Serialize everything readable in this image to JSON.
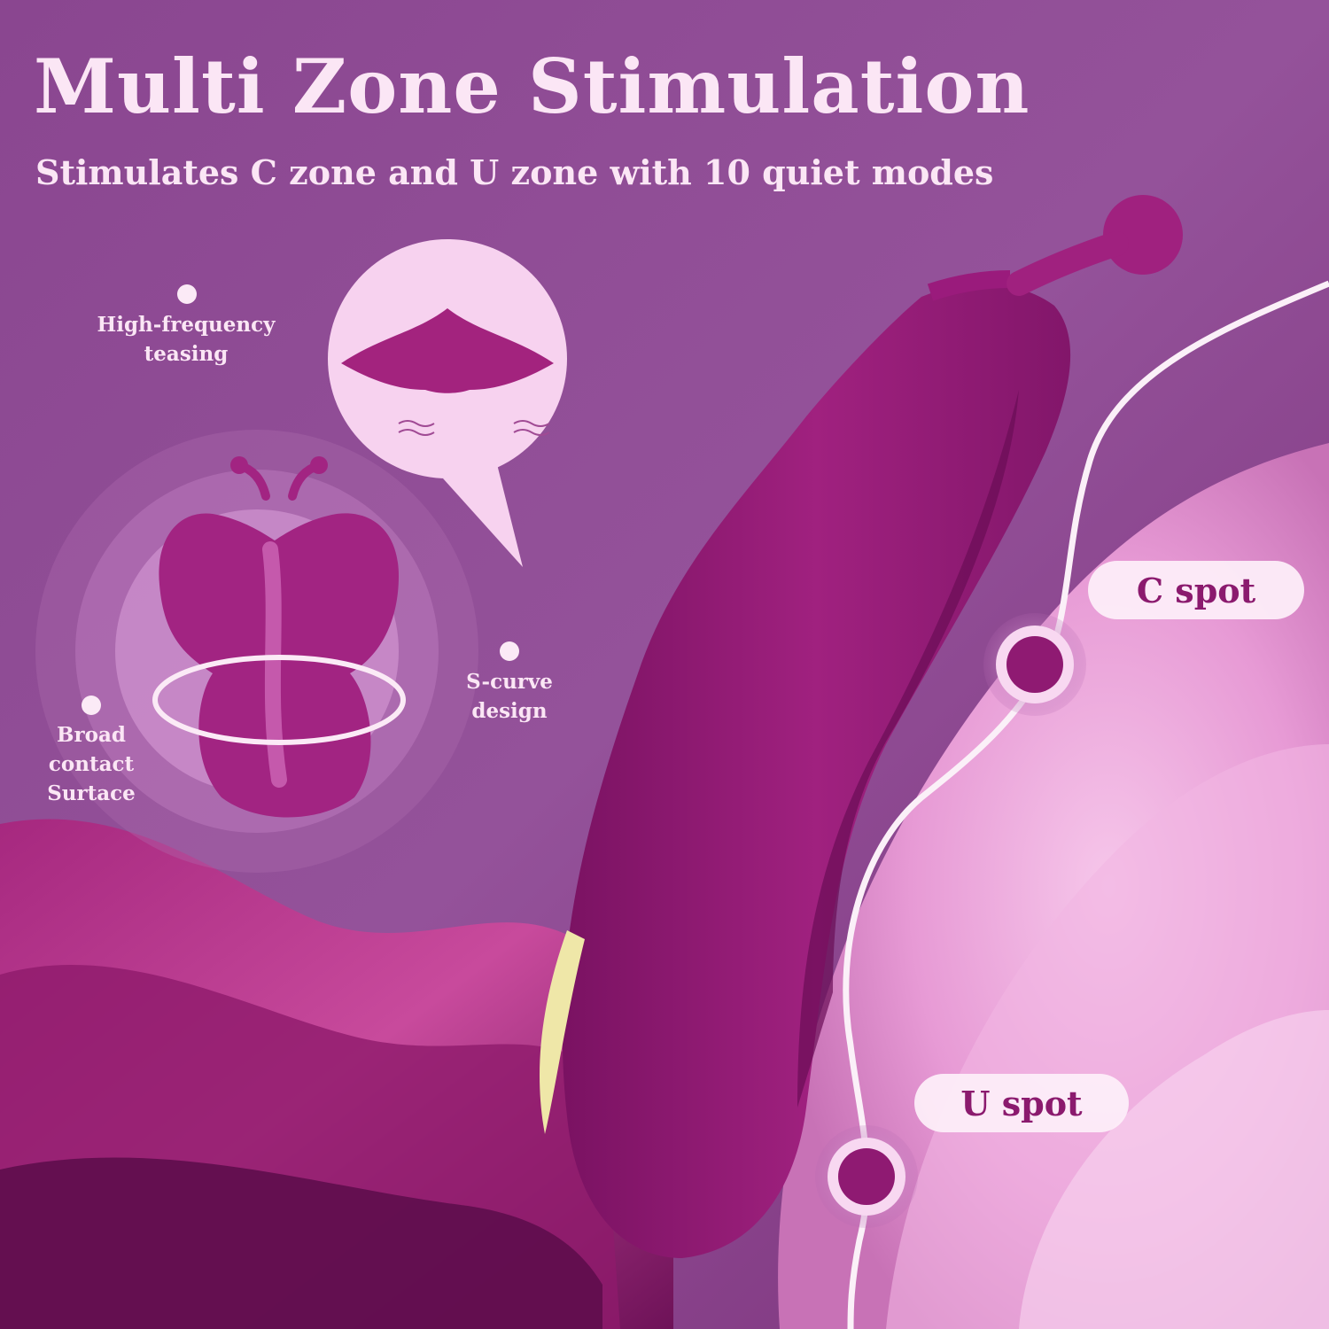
{
  "headline": "Multi Zone Stimulation",
  "subheadline": "Stimulates C zone and U zone with 10 quiet modes",
  "features": {
    "high_frequency": "High-frequency teasing",
    "s_curve": "S-curve design",
    "broad_contact": "Broad contact Surtace"
  },
  "spots": {
    "c_spot": "C spot",
    "u_spot": "U spot"
  },
  "colors": {
    "text_light": "#fbe6f5",
    "label_text": "#8b1a6e",
    "product": "#9a1b7c",
    "accent_yellow": "#efe7a8",
    "background": "#8d4a93"
  }
}
